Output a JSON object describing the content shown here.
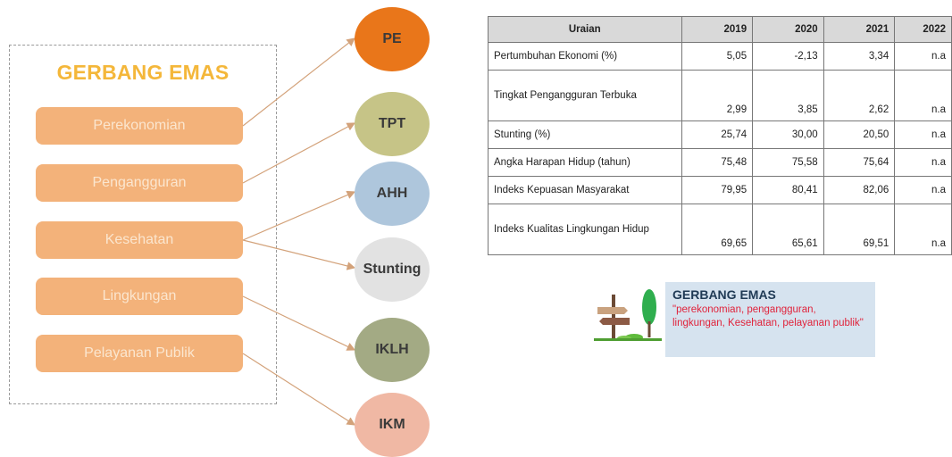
{
  "frame": {
    "title": "GERBANG EMAS"
  },
  "categories": [
    {
      "label": "Perekonomian"
    },
    {
      "label": "Pengangguran"
    },
    {
      "label": "Kesehatan"
    },
    {
      "label": "Lingkungan"
    },
    {
      "label": "Pelayanan Publik"
    }
  ],
  "indicators": [
    {
      "label": "PE",
      "color": "#e9761a"
    },
    {
      "label": "TPT",
      "color": "#c6c487"
    },
    {
      "label": "AHH",
      "color": "#aec6dc"
    },
    {
      "label": "Stunting",
      "color": "#e2e2e2"
    },
    {
      "label": "IKLH",
      "color": "#a3aa84"
    },
    {
      "label": "IKM",
      "color": "#f0b8a4"
    }
  ],
  "arrow_color": "#d3a27a",
  "table": {
    "headers": [
      "Uraian",
      "2019",
      "2020",
      "2021",
      "2022"
    ],
    "rows": [
      {
        "label": "Pertumbuhan Ekonomi (%)",
        "values": [
          "5,05",
          "-2,13",
          "3,34",
          "n.a"
        ]
      },
      {
        "label": "Tingkat Pengangguran Terbuka",
        "values": [
          "2,99",
          "3,85",
          "2,62",
          "n.a"
        ]
      },
      {
        "label": "Stunting (%)",
        "values": [
          "25,74",
          "30,00",
          "20,50",
          "n.a"
        ]
      },
      {
        "label": "Angka Harapan Hidup (tahun)",
        "values": [
          "75,48",
          "75,58",
          "75,64",
          "n.a"
        ]
      },
      {
        "label": "Indeks Kepuasan Masyarakat",
        "values": [
          "79,95",
          "80,41",
          "82,06",
          "n.a"
        ]
      },
      {
        "label": "Indeks Kualitas Lingkungan Hidup",
        "values": [
          "69,65",
          "65,61",
          "69,51",
          "n.a"
        ]
      }
    ]
  },
  "note": {
    "title": "GERBANG EMAS",
    "body": "\"perekonomian, pengangguran, lingkungan, Kesehatan, pelayanan publik\""
  }
}
